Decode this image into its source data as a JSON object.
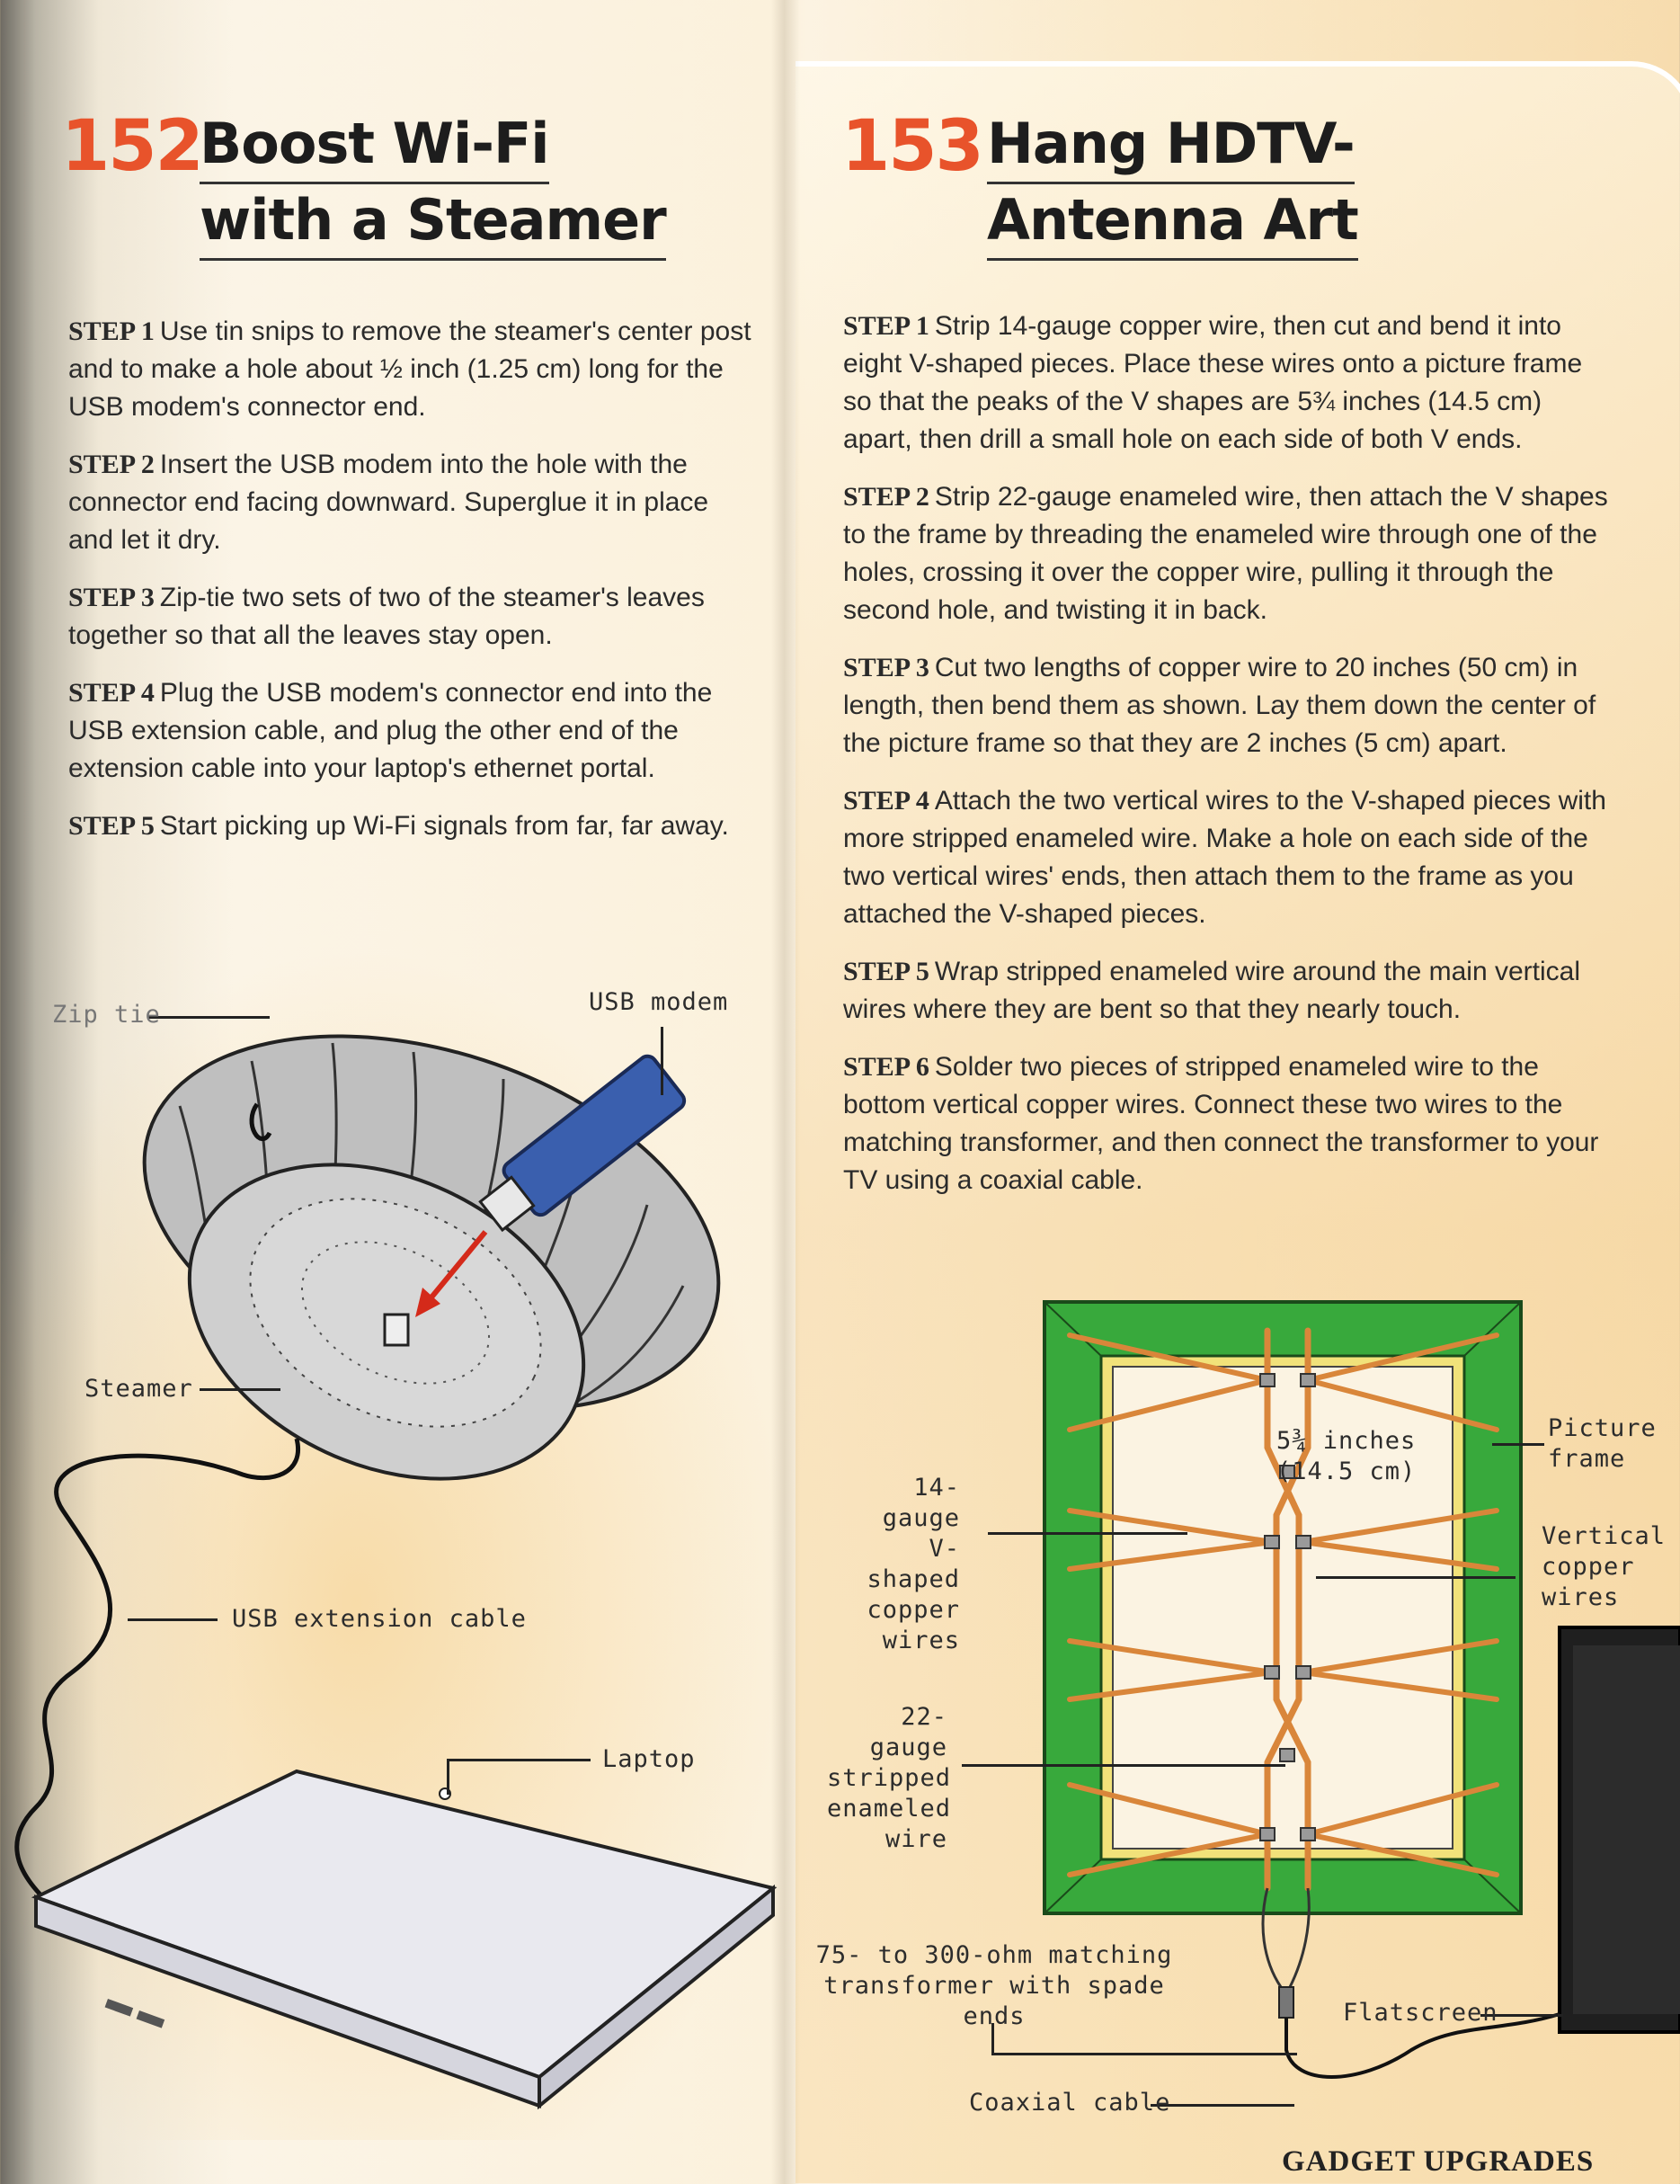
{
  "left": {
    "number": "152",
    "title_line1": "Boost Wi-Fi",
    "title_line2": "with a Steamer",
    "steps": [
      {
        "label": "STEP 1",
        "text": "Use tin snips to remove the steamer's center post and to make a hole about ½ inch (1.25 cm) long for the USB modem's connector end."
      },
      {
        "label": "STEP 2",
        "text": "Insert the USB modem into the hole with the connector end facing downward. Superglue it in place and let it dry."
      },
      {
        "label": "STEP 3",
        "text": "Zip-tie two sets of two of the steamer's leaves together so that all the leaves stay open."
      },
      {
        "label": "STEP 4",
        "text": "Plug the USB modem's connector end into the USB extension cable, and plug the other end of the extension cable into your laptop's ethernet portal."
      },
      {
        "label": "STEP 5",
        "text": "Start picking up Wi-Fi signals from far, far away."
      }
    ],
    "labels": {
      "zip_tie": "Zip tie",
      "usb_modem": "USB modem",
      "steamer": "Steamer",
      "usb_extension_cable": "USB extension cable",
      "laptop": "Laptop"
    }
  },
  "right": {
    "number": "153",
    "title_line1": "Hang HDTV-",
    "title_line2": "Antenna Art",
    "steps": [
      {
        "label": "STEP 1",
        "text": "Strip 14-gauge copper wire, then cut and bend it into eight V-shaped pieces. Place these wires onto a picture frame so that the peaks of the V shapes are 5¾ inches (14.5 cm) apart, then drill a small hole on each side of both V ends."
      },
      {
        "label": "STEP 2",
        "text": "Strip 22-gauge enameled wire, then attach the V shapes to the frame by threading the enameled wire through one of the holes, crossing it over the copper wire, pulling it through the second hole, and twisting it in back."
      },
      {
        "label": "STEP 3",
        "text": "Cut two lengths of copper wire to 20 inches (50 cm) in length, then bend them as shown. Lay them down the center of the picture frame so that they are 2 inches (5 cm) apart."
      },
      {
        "label": "STEP 4",
        "text": "Attach the two vertical wires to the V-shaped pieces with more stripped enameled wire. Make a hole on each side of the two vertical wires' ends, then attach them to the frame as you attached the V-shaped pieces."
      },
      {
        "label": "STEP 5",
        "text": "Wrap stripped enameled wire around the main vertical wires where they are bent so that they nearly touch."
      },
      {
        "label": "STEP 6",
        "text": "Solder two pieces of stripped enameled wire to the bottom vertical copper wires. Connect these two wires to the matching transformer, and then connect the transformer to your TV using a coaxial cable."
      }
    ],
    "labels": {
      "spacing": "5¾ inches\n(14.5 cm)",
      "picture_frame": "Picture\nframe",
      "v_wires": "14-gauge\nV-shaped\ncopper\nwires",
      "vertical_wires": "Vertical\ncopper\nwires",
      "enameled_wire": "22-gauge\nstripped\nenameled\nwire",
      "transformer": "75- to 300-ohm matching\ntransformer with spade ends",
      "flatscreen": "Flatscreen",
      "coaxial": "Coaxial cable"
    }
  },
  "footer": "GADGET UPGRADES"
}
